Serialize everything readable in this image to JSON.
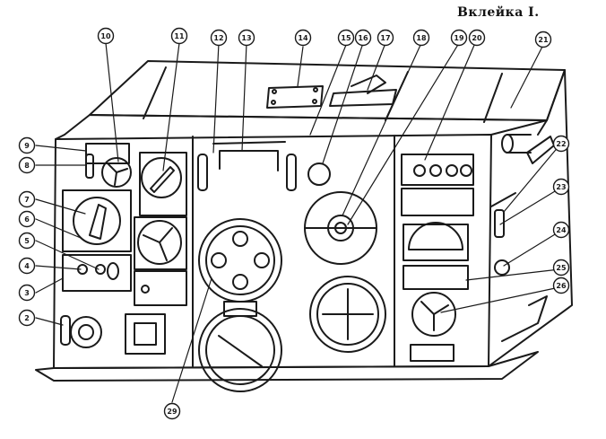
{
  "header": {
    "title": "Вклейка I."
  },
  "callouts": [
    {
      "n": "2"
    },
    {
      "n": "3"
    },
    {
      "n": "4"
    },
    {
      "n": "5"
    },
    {
      "n": "6"
    },
    {
      "n": "7"
    },
    {
      "n": "8"
    },
    {
      "n": "9"
    },
    {
      "n": "10"
    },
    {
      "n": "11"
    },
    {
      "n": "12"
    },
    {
      "n": "13"
    },
    {
      "n": "14"
    },
    {
      "n": "15"
    },
    {
      "n": "16"
    },
    {
      "n": "17"
    },
    {
      "n": "18"
    },
    {
      "n": "19"
    },
    {
      "n": "20"
    },
    {
      "n": "21"
    },
    {
      "n": "22"
    },
    {
      "n": "23"
    },
    {
      "n": "24"
    },
    {
      "n": "25"
    },
    {
      "n": "26"
    },
    {
      "n": "29"
    }
  ],
  "colors": {
    "ink": "#1a1a1a",
    "paper": "#ffffff"
  }
}
